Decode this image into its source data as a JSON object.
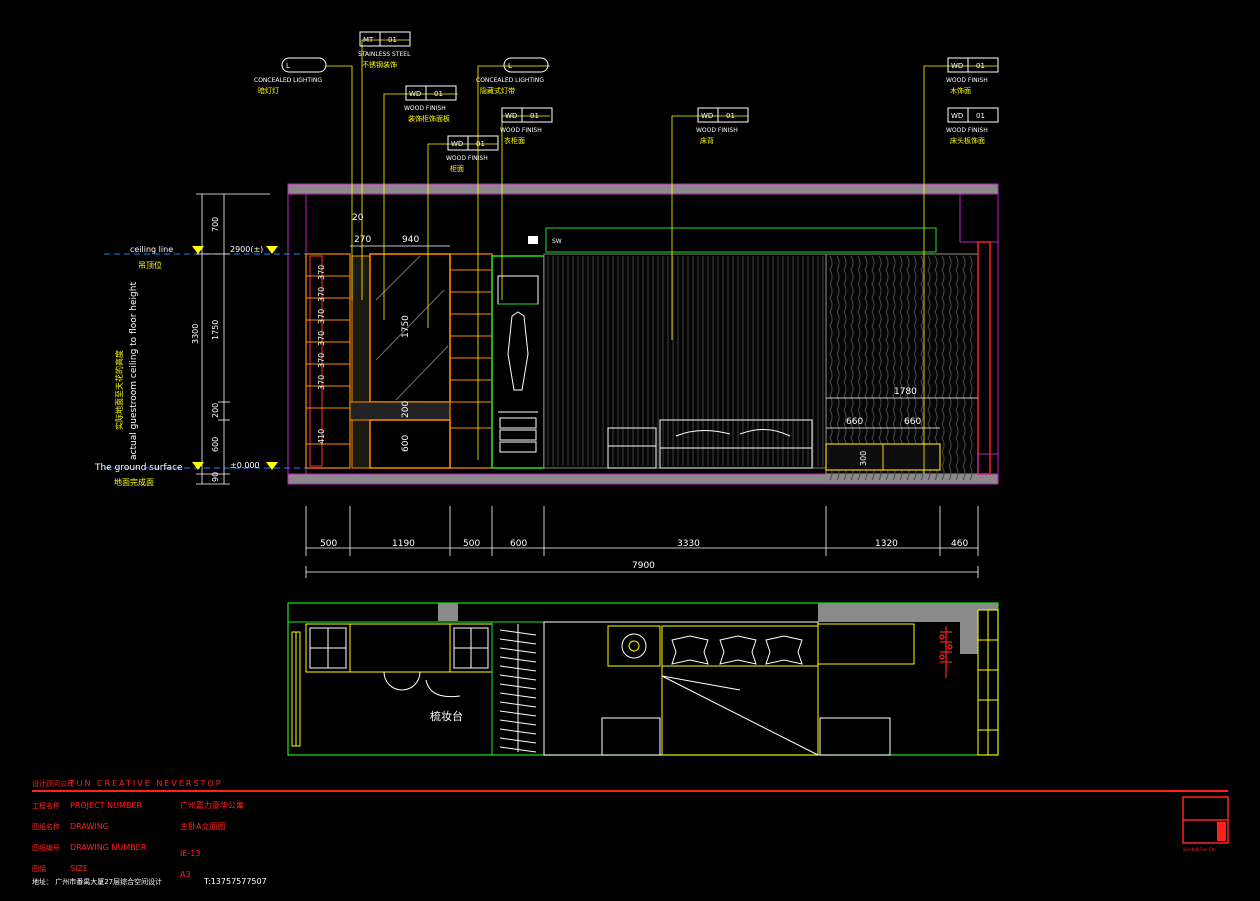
{
  "tags": [
    {
      "code": "L",
      "num": "",
      "en": "CONCEALED LIGHTING",
      "cn": "暗灯灯"
    },
    {
      "code": "MT",
      "num": "01",
      "en": "STAINLESS STEEL",
      "cn": "不锈钢装饰"
    },
    {
      "code": "WD",
      "num": "01",
      "en": "WOOD FINISH",
      "cn": "装饰柜饰面板"
    },
    {
      "code": "WD",
      "num": "01",
      "en": "WOOD FINISH",
      "cn": "柜面"
    },
    {
      "code": "L",
      "num": "",
      "en": "CONCEALED LIGHTING",
      "cn": "隐藏式灯带"
    },
    {
      "code": "WD",
      "num": "01",
      "en": "WOOD FINISH",
      "cn": "衣柜面"
    },
    {
      "code": "WD",
      "num": "01",
      "en": "WOOD FINISH",
      "cn": "床背"
    },
    {
      "code": "WD",
      "num": "01",
      "en": "WOOD FINISH",
      "cn": "木饰面"
    },
    {
      "code": "WD",
      "num": "01",
      "en": "WOOD FINISH",
      "cn": "床头板饰面"
    }
  ],
  "levels": {
    "ceiling_en": "ceiling line",
    "ceiling_cn": "吊顶位",
    "ceiling_val": "2900(±)",
    "ground_en": "The ground surface",
    "ground_cn": "地面完成面",
    "ground_val": "±0.000",
    "vertical_en": "actual guestroom ceiling to floor height",
    "vertical_cn": "实际地面至天花的高度"
  },
  "left_dims": {
    "d700": "700",
    "d3300": "3300",
    "d1750": "1750",
    "d200": "200",
    "d600": "600",
    "d90": "90"
  },
  "cab_dims": [
    "370",
    "370",
    "370",
    "370",
    "370",
    "370",
    "410"
  ],
  "inner_dims": {
    "d20": "20",
    "d270": "270",
    "d940": "940",
    "d1750": "1750",
    "d200": "200",
    "d600": "600"
  },
  "right_dims": {
    "d1780": "1780",
    "d660a": "660",
    "d660b": "660",
    "d300": "300"
  },
  "bottom_dims": [
    "500",
    "1190",
    "500",
    "600",
    "3330",
    "1320",
    "460"
  ],
  "total_dim": "7900",
  "plan_label": "梳妆台",
  "titleblock": {
    "company_cn": "设计顾问公司",
    "company_en": "FUN CREATIVE NEVERSTOP",
    "rows": [
      {
        "cn": "工程名称",
        "en": "PROJECT NUMBER",
        "val": "广州嘉力豪华公寓"
      },
      {
        "cn": "图纸名称",
        "en": "DRAWING",
        "val": "主卧A立面图"
      },
      {
        "cn": "图纸编号",
        "en": "DRAWING NUMBER",
        "val": "IE-13"
      },
      {
        "cn": "图幅",
        "en": "SIZE",
        "val": "A3"
      }
    ],
    "address": "地址：  广州市番禺大厦27层综合空间设计",
    "phone": "T:13757577507",
    "logo_text": "设计有限 Fun Ctn"
  }
}
